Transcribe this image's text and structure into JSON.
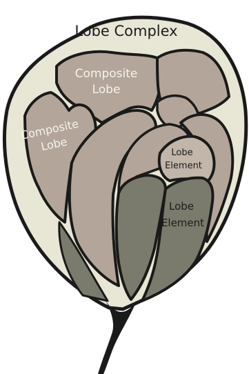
{
  "labels": {
    "lobe_complex": "Lobe Complex",
    "composite_lobe_top_line1": "Composite",
    "composite_lobe_top_line2": "Lobe",
    "composite_lobe_left_line1": "Composite",
    "composite_lobe_left_line2": "Lobe",
    "lobe_element_upper_line1": "Lobe",
    "lobe_element_upper_line2": "Element",
    "lobe_element_lower_line1": "Lobe",
    "lobe_element_lower_line2": "Element"
  },
  "colors": {
    "complex_fill": "#e8e6d4",
    "lobe_fill": "#b3a599",
    "element_upper_fill": "#c2b6aa",
    "element_lower_fill": "#7a7b6c",
    "outline": "#1a1a1a",
    "label_text": "#f7f3ee",
    "label_dark": "#1c1c1c"
  }
}
